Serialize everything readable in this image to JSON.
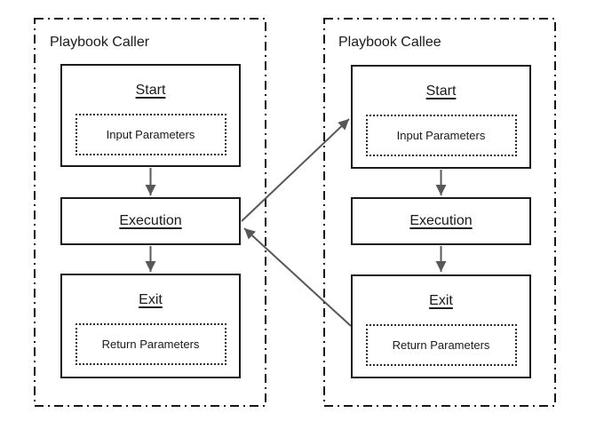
{
  "diagram": {
    "colors": {
      "boundary": "#161616",
      "box_border": "#1a1a1a",
      "arrow": "#58585b",
      "background": "#ffffff",
      "text": "#1a1a1a"
    },
    "panels": [
      {
        "id": "caller",
        "title": "Playbook Caller",
        "nodes": [
          {
            "id": "start",
            "title": "Start",
            "param_label": "Input Parameters"
          },
          {
            "id": "execution",
            "title": "Execution"
          },
          {
            "id": "exit",
            "title": "Exit",
            "param_label": "Return Parameters"
          }
        ]
      },
      {
        "id": "callee",
        "title": "Playbook Callee",
        "nodes": [
          {
            "id": "start",
            "title": "Start",
            "param_label": "Input Parameters"
          },
          {
            "id": "execution",
            "title": "Execution"
          },
          {
            "id": "exit",
            "title": "Exit",
            "param_label": "Return Parameters"
          }
        ]
      }
    ],
    "edges": [
      {
        "from": "caller.start",
        "to": "caller.execution"
      },
      {
        "from": "caller.execution",
        "to": "caller.exit"
      },
      {
        "from": "callee.start",
        "to": "callee.execution"
      },
      {
        "from": "callee.execution",
        "to": "callee.exit"
      },
      {
        "from": "caller.execution",
        "to": "callee.start"
      },
      {
        "from": "callee.exit",
        "to": "caller.execution"
      }
    ]
  }
}
